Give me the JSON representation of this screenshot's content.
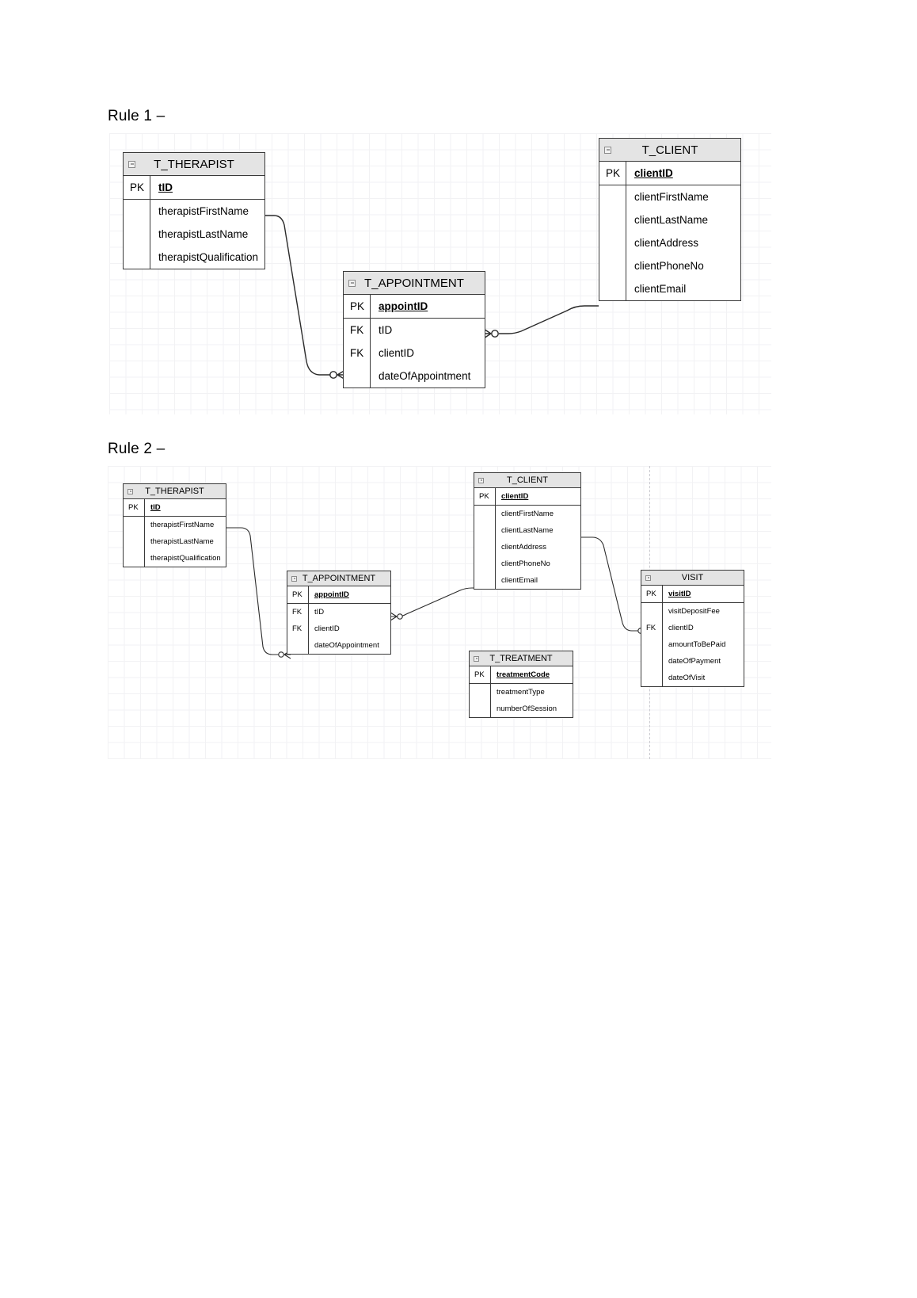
{
  "document": {
    "title": "Rule 1 and Rule 2 ERD diagrams"
  },
  "sections": [
    {
      "id": "rule1",
      "heading": "Rule 1 –"
    },
    {
      "id": "rule2",
      "heading": "Rule 2 –"
    }
  ],
  "rule1": {
    "heading": "Rule 1 –",
    "entities": {
      "therapist": {
        "title": "T_THERAPIST",
        "collapse_icon": "minus-box-icon",
        "key_groups": [
          {
            "rows": [
              {
                "key": "PK",
                "name": "tID",
                "is_pk": true
              }
            ]
          },
          {
            "rows": [
              {
                "key": "",
                "name": "therapistFirstName",
                "is_pk": false
              },
              {
                "key": "",
                "name": "therapistLastName",
                "is_pk": false
              },
              {
                "key": "",
                "name": "therapistQualification",
                "is_pk": false
              }
            ]
          }
        ]
      },
      "client": {
        "title": "T_CLIENT",
        "collapse_icon": "minus-box-icon",
        "key_groups": [
          {
            "rows": [
              {
                "key": "PK",
                "name": "clientID",
                "is_pk": true
              }
            ]
          },
          {
            "rows": [
              {
                "key": "",
                "name": "clientFirstName",
                "is_pk": false
              },
              {
                "key": "",
                "name": "clientLastName",
                "is_pk": false
              },
              {
                "key": "",
                "name": "clientAddress",
                "is_pk": false
              },
              {
                "key": "",
                "name": "clientPhoneNo",
                "is_pk": false
              },
              {
                "key": "",
                "name": "clientEmail",
                "is_pk": false
              }
            ]
          }
        ]
      },
      "appointment": {
        "title": "T_APPOINTMENT",
        "collapse_icon": "minus-box-icon",
        "key_groups": [
          {
            "rows": [
              {
                "key": "PK",
                "name": "appointID",
                "is_pk": true
              }
            ]
          },
          {
            "rows": [
              {
                "key": "FK",
                "name": "tID",
                "is_pk": false
              },
              {
                "key": "FK",
                "name": "clientID",
                "is_pk": false
              },
              {
                "key": "",
                "name": "dateOfAppointment",
                "is_pk": false
              }
            ]
          }
        ]
      }
    },
    "relationships": [
      {
        "name": "therapist-to-appointment",
        "from": "T_THERAPIST",
        "to": "T_APPOINTMENT",
        "cardinality": "one-to-zero-or-many"
      },
      {
        "name": "client-to-appointment",
        "from": "T_CLIENT",
        "to": "T_APPOINTMENT",
        "cardinality": "one-to-zero-or-many"
      }
    ]
  },
  "rule2": {
    "heading": "Rule 2 –",
    "entities": {
      "therapist": {
        "title": "T_THERAPIST",
        "collapse_icon": "minus-box-icon",
        "key_groups": [
          {
            "rows": [
              {
                "key": "PK",
                "name": "tID",
                "is_pk": true
              }
            ]
          },
          {
            "rows": [
              {
                "key": "",
                "name": "therapistFirstName",
                "is_pk": false
              },
              {
                "key": "",
                "name": "therapistLastName",
                "is_pk": false
              },
              {
                "key": "",
                "name": "therapistQualification",
                "is_pk": false
              }
            ]
          }
        ]
      },
      "client": {
        "title": "T_CLIENT",
        "collapse_icon": "minus-box-icon",
        "key_groups": [
          {
            "rows": [
              {
                "key": "PK",
                "name": "clientID",
                "is_pk": true
              }
            ]
          },
          {
            "rows": [
              {
                "key": "",
                "name": "clientFirstName",
                "is_pk": false
              },
              {
                "key": "",
                "name": "clientLastName",
                "is_pk": false
              },
              {
                "key": "",
                "name": "clientAddress",
                "is_pk": false
              },
              {
                "key": "",
                "name": "clientPhoneNo",
                "is_pk": false
              },
              {
                "key": "",
                "name": "clientEmail",
                "is_pk": false
              }
            ]
          }
        ]
      },
      "appointment": {
        "title": "T_APPOINTMENT",
        "collapse_icon": "minus-box-icon",
        "key_groups": [
          {
            "rows": [
              {
                "key": "PK",
                "name": "appointID",
                "is_pk": true
              }
            ]
          },
          {
            "rows": [
              {
                "key": "FK",
                "name": "tID",
                "is_pk": false
              },
              {
                "key": "FK",
                "name": "clientID",
                "is_pk": false
              },
              {
                "key": "",
                "name": "dateOfAppointment",
                "is_pk": false
              }
            ]
          }
        ]
      },
      "treatment": {
        "title": "T_TREATMENT",
        "collapse_icon": "minus-box-icon",
        "key_groups": [
          {
            "rows": [
              {
                "key": "PK",
                "name": "treatmentCode",
                "is_pk": true
              }
            ]
          },
          {
            "rows": [
              {
                "key": "",
                "name": "treatmentType",
                "is_pk": false
              },
              {
                "key": "",
                "name": "numberOfSession",
                "is_pk": false
              }
            ]
          }
        ]
      },
      "visit": {
        "title": "VISIT",
        "collapse_icon": "minus-box-icon",
        "key_groups": [
          {
            "rows": [
              {
                "key": "PK",
                "name": "visitID",
                "is_pk": true
              }
            ]
          },
          {
            "rows": [
              {
                "key": "",
                "name": "visitDepositFee",
                "is_pk": false
              },
              {
                "key": "FK",
                "name": "clientID",
                "is_pk": false
              },
              {
                "key": "",
                "name": "amountToBePaid",
                "is_pk": false
              },
              {
                "key": "",
                "name": "dateOfPayment",
                "is_pk": false
              },
              {
                "key": "",
                "name": "dateOfVisit",
                "is_pk": false
              }
            ]
          }
        ]
      }
    },
    "relationships": [
      {
        "name": "therapist-to-appointment",
        "from": "T_THERAPIST",
        "to": "T_APPOINTMENT",
        "cardinality": "one-to-zero-or-many"
      },
      {
        "name": "appointment-to-client",
        "from": "T_APPOINTMENT",
        "to": "T_CLIENT",
        "cardinality": "one-to-zero-or-many"
      },
      {
        "name": "client-to-visit",
        "from": "T_CLIENT",
        "to": "VISIT",
        "cardinality": "one-to-zero-or-many"
      }
    ]
  },
  "colors": {
    "entity_header_fill": "#e4e4e4",
    "entity_border": "#3a3a3a",
    "connector": "#2b2b2b",
    "grid_minor": "#f2f2f4",
    "grid_major": "#e9e9ee",
    "page_background": "#ffffff",
    "text": "#000000"
  }
}
